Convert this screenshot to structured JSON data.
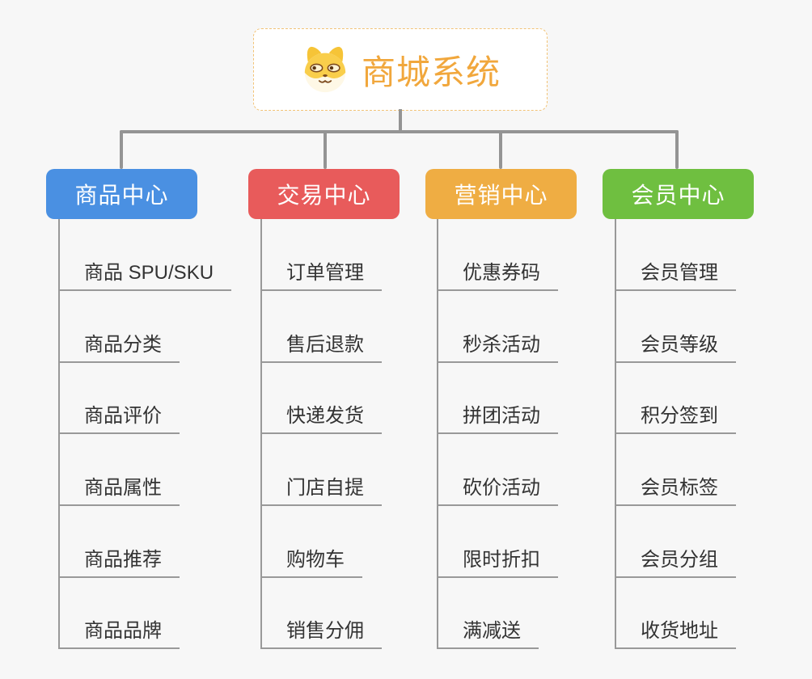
{
  "colors": {
    "background": "#f7f7f7",
    "connector_thick": "#949494",
    "connector_thin": "#999999",
    "leaf_text": "#333333"
  },
  "root": {
    "title": "商城系统",
    "icon": "dog-face-icon",
    "text_color": "#f1a73c",
    "border_color": "#f2c377",
    "background": "#ffffff"
  },
  "branches": [
    {
      "label": "商品中心",
      "color": "#4a90e2",
      "children": [
        "商品 SPU/SKU",
        "商品分类",
        "商品评价",
        "商品属性",
        "商品推荐",
        "商品品牌"
      ]
    },
    {
      "label": "交易中心",
      "color": "#e85b5b",
      "children": [
        "订单管理",
        "售后退款",
        "快递发货",
        "门店自提",
        "购物车",
        "销售分佣"
      ]
    },
    {
      "label": "营销中心",
      "color": "#efad43",
      "children": [
        "优惠券码",
        "秒杀活动",
        "拼团活动",
        "砍价活动",
        "限时折扣",
        "满减送"
      ]
    },
    {
      "label": "会员中心",
      "color": "#6fbf40",
      "children": [
        "会员管理",
        "会员等级",
        "积分签到",
        "会员标签",
        "会员分组",
        "收货地址"
      ]
    }
  ]
}
